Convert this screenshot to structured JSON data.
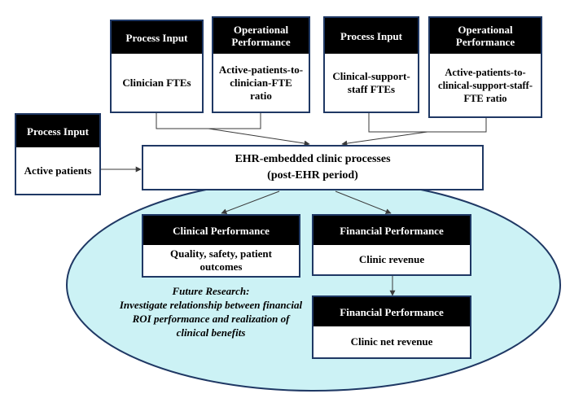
{
  "colors": {
    "ellipse_fill": "#ccf2f5",
    "border": "#1f3864",
    "header_bg": "#000000",
    "header_text": "#ffffff",
    "line": "#3a3a3a"
  },
  "inputs": [
    {
      "header": "Process Input",
      "body": "Clinician FTEs"
    },
    {
      "header": "Process Input",
      "body": "Clinical-support-staff FTEs"
    },
    {
      "header": "Process Input",
      "body": "Active patients"
    }
  ],
  "operational": [
    {
      "header": "Operational Performance",
      "body": "Active-patients-to-clinician-FTE ratio"
    },
    {
      "header": "Operational Performance",
      "body": "Active-patients-to-clinical-support-staff-FTE ratio"
    }
  ],
  "ehr_process": {
    "line1": "EHR-embedded clinic processes",
    "line2": "(post-EHR period)"
  },
  "outcomes": {
    "clinical": {
      "header": "Clinical Performance",
      "body": "Quality, safety, patient outcomes"
    },
    "financial_revenue": {
      "header": "Financial Performance",
      "body": "Clinic revenue"
    },
    "financial_net": {
      "header": "Financial Performance",
      "body": "Clinic net revenue"
    }
  },
  "future_research": {
    "title": "Future Research:",
    "text": "Investigate relationship between financial ROI performance and realization of clinical benefits"
  }
}
